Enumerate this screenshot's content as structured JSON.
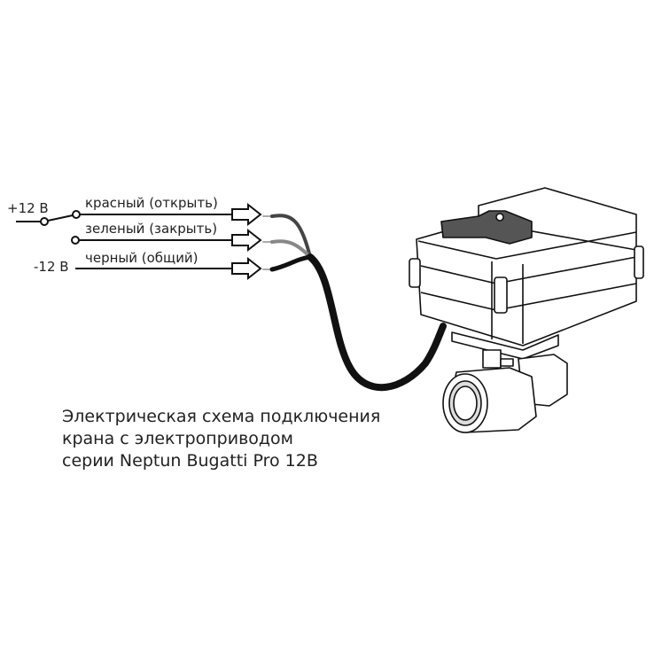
{
  "wiring": {
    "plus_voltage": "+12 В",
    "minus_voltage": "-12 В",
    "wires": [
      {
        "label": "красный (открыть)",
        "color": "#555555"
      },
      {
        "label": "зеленый (закрыть)",
        "color": "#888888"
      },
      {
        "label": "черный (общий)",
        "color": "#111111"
      }
    ]
  },
  "caption": {
    "line1": "Электрическая схема подключения",
    "line2": "крана с электроприводом",
    "line3": "серии Neptun Bugatti Pro 12В"
  }
}
